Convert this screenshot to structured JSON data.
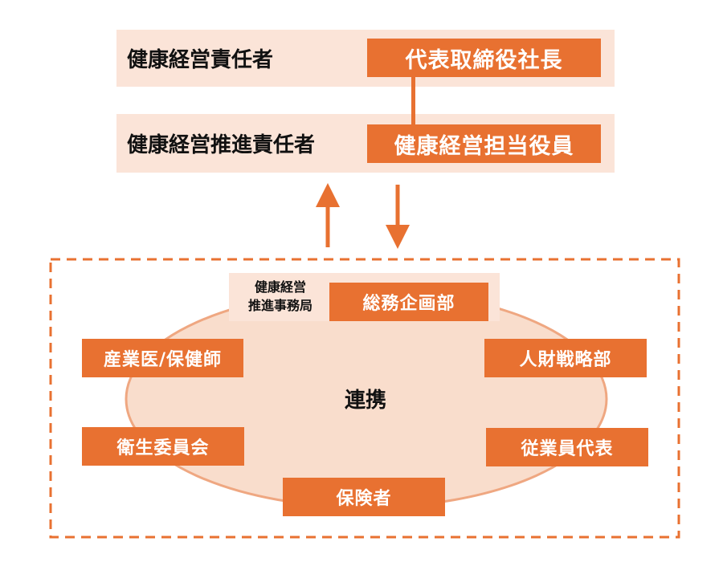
{
  "colors": {
    "accent": "#e87131",
    "band": "#fbe4d8",
    "ellipse_fill": "#f9ddcc",
    "ellipse_stroke": "#efa781"
  },
  "top": {
    "row1": {
      "label": "健康経営責任者",
      "role": "代表取締役社長"
    },
    "row2": {
      "label": "健康経営推進責任者",
      "role": "健康経営担当役員"
    }
  },
  "cooperation": {
    "center": "連携",
    "secretariat_label_line1": "健康経営",
    "secretariat_label_line2": "推進事務局",
    "secretariat": "総務企画部",
    "members": [
      "産業医/保健師",
      "人財戦略部",
      "衛生委員会",
      "従業員代表",
      "保険者"
    ]
  }
}
